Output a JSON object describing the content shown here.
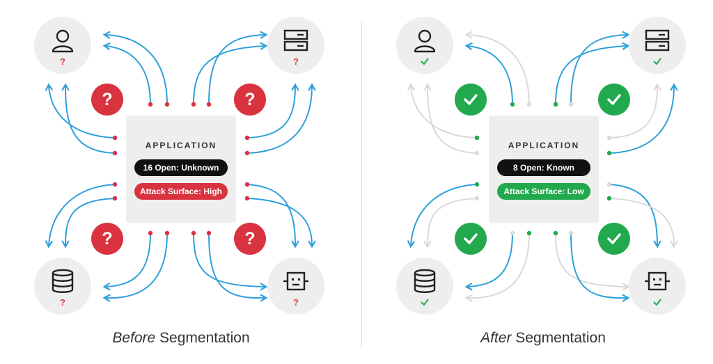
{
  "colors": {
    "wire_blue": "#2ea0db",
    "wire_faded": "#d9d9d9",
    "unknown_red": "#d93340",
    "known_green": "#22a94e",
    "panel_gray": "#eeeeee"
  },
  "before": {
    "caption_em": "Before",
    "caption_rest": " Segmentation",
    "app_title": "APPLICATION",
    "open_ports": "16 Open: Unknown",
    "attack_surface": "Attack Surface: High",
    "attack_color": "#d93340",
    "status": "unknown",
    "badge_symbol": "?",
    "node_mark": "?",
    "nodes": [
      {
        "icon": "user-icon"
      },
      {
        "icon": "server-icon"
      },
      {
        "icon": "database-icon"
      },
      {
        "icon": "robot-icon"
      }
    ]
  },
  "after": {
    "caption_em": "After",
    "caption_rest": " Segmentation",
    "app_title": "APPLICATION",
    "open_ports": "8 Open: Known",
    "attack_surface": "Attack Surface: Low",
    "attack_color": "#22a94e",
    "status": "known",
    "badge_symbol": "check-icon",
    "node_mark": "check-icon",
    "nodes": [
      {
        "icon": "user-icon"
      },
      {
        "icon": "server-icon"
      },
      {
        "icon": "database-icon"
      },
      {
        "icon": "robot-icon"
      }
    ]
  }
}
